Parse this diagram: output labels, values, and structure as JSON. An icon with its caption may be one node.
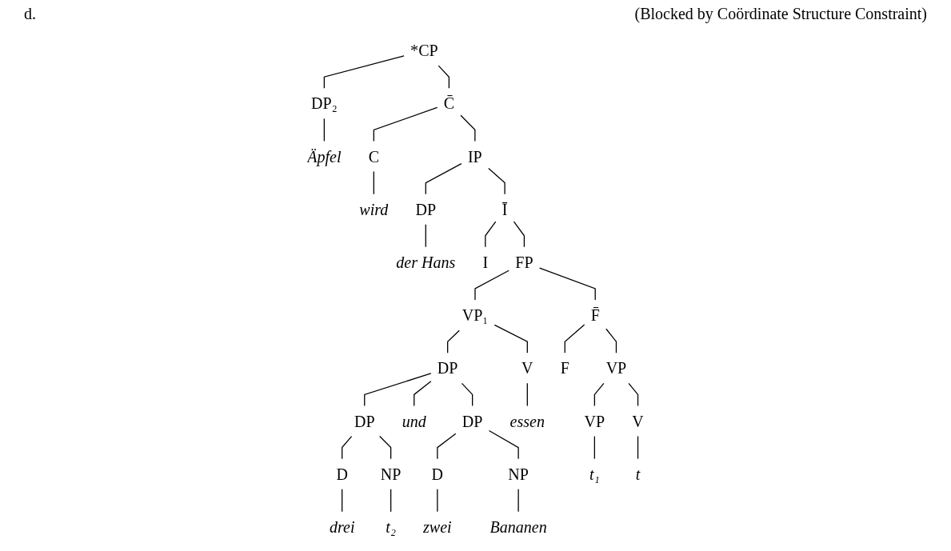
{
  "diagram": {
    "nodes": [
      {
        "text": [
          "*CP"
        ]
      },
      {
        "text": [
          "DP₂"
        ]
      },
      {
        "text": [
          "C̄"
        ]
      },
      {
        "text": [
          "Äpfel"
        ]
      },
      {
        "text": [
          "C"
        ]
      },
      {
        "text": [
          "IP"
        ]
      },
      {
        "text": [
          "wird"
        ]
      },
      {
        "text": [
          "DP"
        ]
      },
      {
        "text": [
          "Ī"
        ]
      },
      {
        "text": [
          "der Hans"
        ]
      },
      {
        "text": [
          "I"
        ]
      },
      {
        "text": [
          "FP"
        ]
      },
      {
        "text": [
          "VP₁"
        ]
      },
      {
        "text": [
          "F̄"
        ]
      },
      {
        "text": [
          "DP"
        ]
      },
      {
        "text": [
          "V"
        ]
      },
      {
        "text": [
          "F"
        ]
      },
      {
        "text": [
          "VP"
        ]
      },
      {
        "text": [
          "DP"
        ]
      },
      {
        "text": [
          "und"
        ]
      },
      {
        "text": [
          "DP"
        ]
      },
      {
        "text": [
          "essen"
        ]
      },
      {
        "text": [
          "VP"
        ]
      },
      {
        "text": [
          "V"
        ]
      },
      {
        "text": [
          "D"
        ]
      },
      {
        "text": [
          "NP"
        ]
      },
      {
        "text": [
          "D"
        ]
      },
      {
        "text": [
          "NP"
        ]
      },
      {
        "text": [
          "t₁"
        ]
      },
      {
        "text": [
          "t"
        ]
      },
      {
        "text": [
          "drei"
        ]
      },
      {
        "text": [
          "t₂"
        ]
      },
      {
        "text": [
          "zwei"
        ]
      },
      {
        "text": [
          "Bananen"
        ]
      }
    ],
    "edges": [
      {
        "from": 0,
        "to": 1,
        "arrow": "none"
      },
      {
        "from": 0,
        "to": 2,
        "arrow": "none"
      },
      {
        "from": 1,
        "to": 3,
        "arrow": "none"
      },
      {
        "from": 2,
        "to": 4,
        "arrow": "none"
      },
      {
        "from": 2,
        "to": 5,
        "arrow": "none"
      },
      {
        "from": 4,
        "to": 6,
        "arrow": "none"
      },
      {
        "from": 5,
        "to": 7,
        "arrow": "none"
      },
      {
        "from": 5,
        "to": 8,
        "arrow": "none"
      },
      {
        "from": 7,
        "to": 9,
        "arrow": "none"
      },
      {
        "from": 8,
        "to": 10,
        "arrow": "none"
      },
      {
        "from": 8,
        "to": 11,
        "arrow": "none"
      },
      {
        "from": 11,
        "to": 12,
        "arrow": "none"
      },
      {
        "from": 11,
        "to": 13,
        "arrow": "none"
      },
      {
        "from": 12,
        "to": 14,
        "arrow": "none"
      },
      {
        "from": 12,
        "to": 15,
        "arrow": "none"
      },
      {
        "from": 13,
        "to": 16,
        "arrow": "none"
      },
      {
        "from": 13,
        "to": 17,
        "arrow": "none"
      },
      {
        "from": 14,
        "to": 18,
        "arrow": "none"
      },
      {
        "from": 14,
        "to": 19,
        "arrow": "none"
      },
      {
        "from": 14,
        "to": 20,
        "arrow": "none"
      },
      {
        "from": 15,
        "to": 21,
        "arrow": "none"
      },
      {
        "from": 17,
        "to": 22,
        "arrow": "none"
      },
      {
        "from": 17,
        "to": 23,
        "arrow": "none"
      },
      {
        "from": 18,
        "to": 24,
        "arrow": "none"
      },
      {
        "from": 18,
        "to": 25,
        "arrow": "none"
      },
      {
        "from": 20,
        "to": 26,
        "arrow": "none"
      },
      {
        "from": 20,
        "to": 27,
        "arrow": "none"
      },
      {
        "from": 22,
        "to": 28,
        "arrow": "none"
      },
      {
        "from": 23,
        "to": 29,
        "arrow": "none"
      },
      {
        "from": 24,
        "to": 30,
        "arrow": "none"
      },
      {
        "from": 25,
        "to": 31,
        "arrow": "none"
      },
      {
        "from": 26,
        "to": 32,
        "arrow": "none"
      },
      {
        "from": 27,
        "to": 33,
        "arrow": "none"
      }
    ],
    "labels": [
      "d.",
      "(Blocked by Coördinate Structure Constraint)"
    ]
  }
}
